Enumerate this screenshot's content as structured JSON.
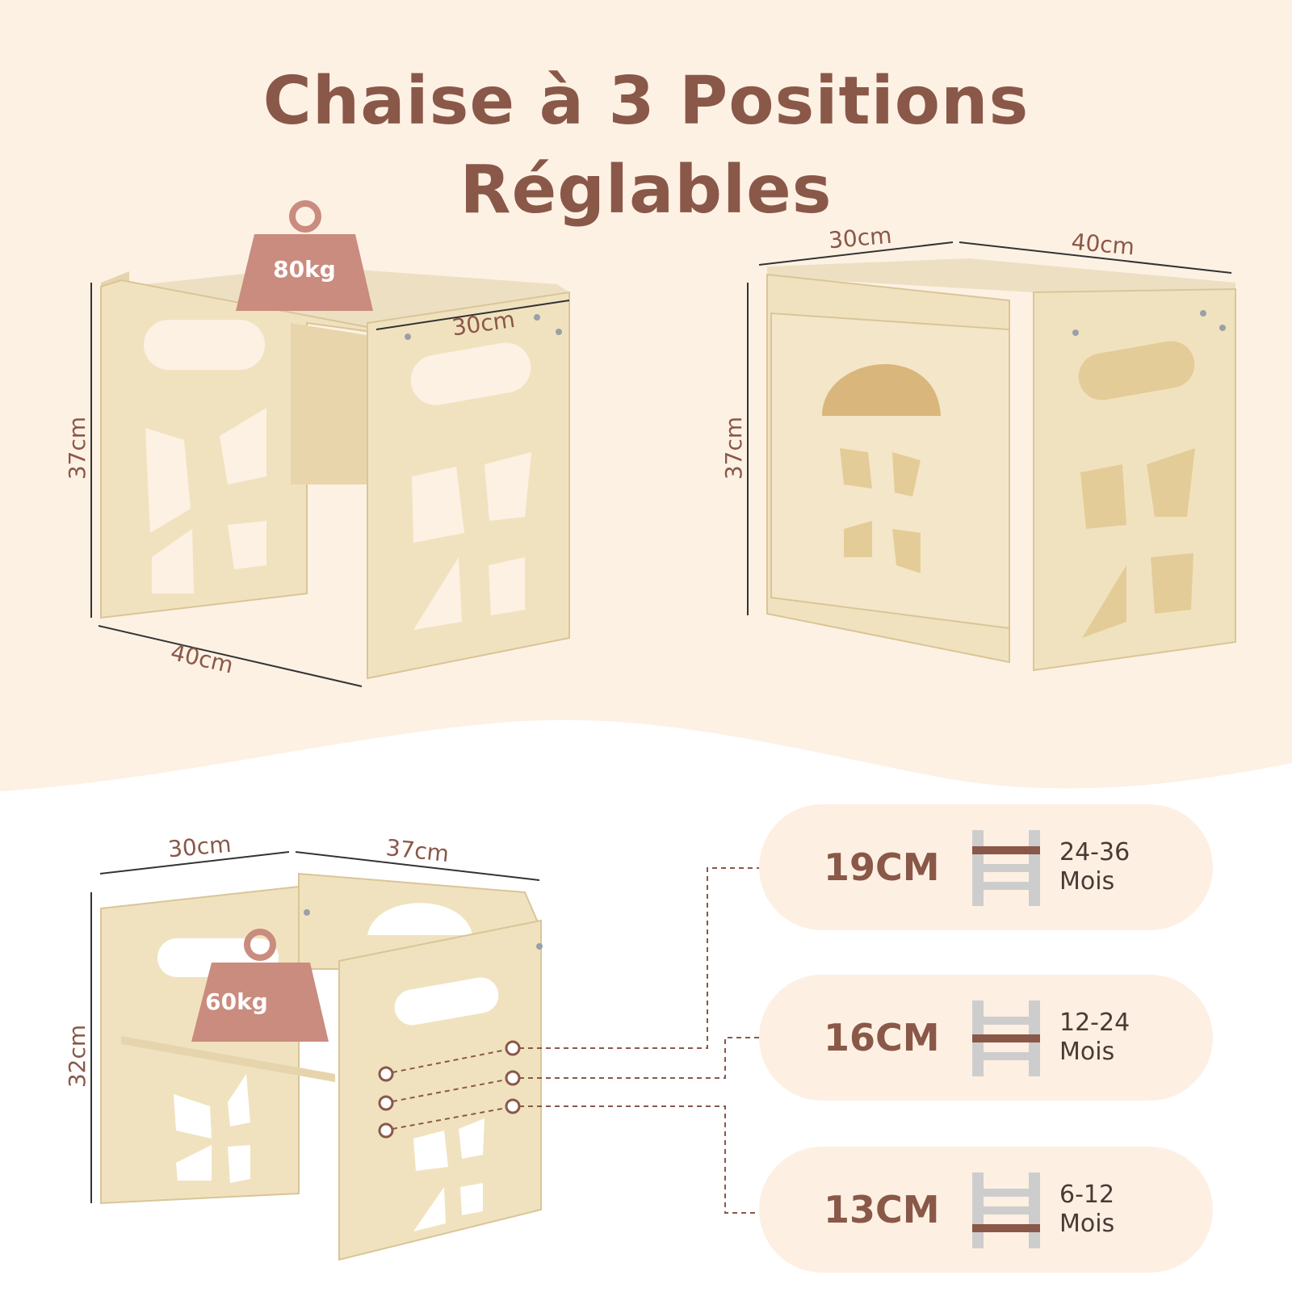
{
  "title": {
    "line1": "Chaise à 3 Positions",
    "line2": "Réglables"
  },
  "colors": {
    "top_background": "#fdf1e4",
    "title": "#8a5848",
    "wood": "#f1e2bf",
    "weight": "#c98c7f",
    "pill": "#fdf0e2",
    "ladder": "#cdcdcd",
    "ladder_highlight": "#8a5848"
  },
  "table_view": {
    "width": "40cm",
    "depth": "30cm",
    "height": "37cm",
    "load": "80kg"
  },
  "nested_view": {
    "width": "40cm",
    "depth": "30cm",
    "height": "37cm"
  },
  "chair_view": {
    "width": "37cm",
    "depth": "30cm",
    "height": "32cm",
    "load": "60kg"
  },
  "positions": [
    {
      "height": "19CM",
      "age_range": "24-36",
      "age_unit": "Mois",
      "icon": "ladder-top-rung-icon"
    },
    {
      "height": "16CM",
      "age_range": "12-24",
      "age_unit": "Mois",
      "icon": "ladder-middle-rung-icon"
    },
    {
      "height": "13CM",
      "age_range": "6-12",
      "age_unit": "Mois",
      "icon": "ladder-bottom-rung-icon"
    }
  ]
}
